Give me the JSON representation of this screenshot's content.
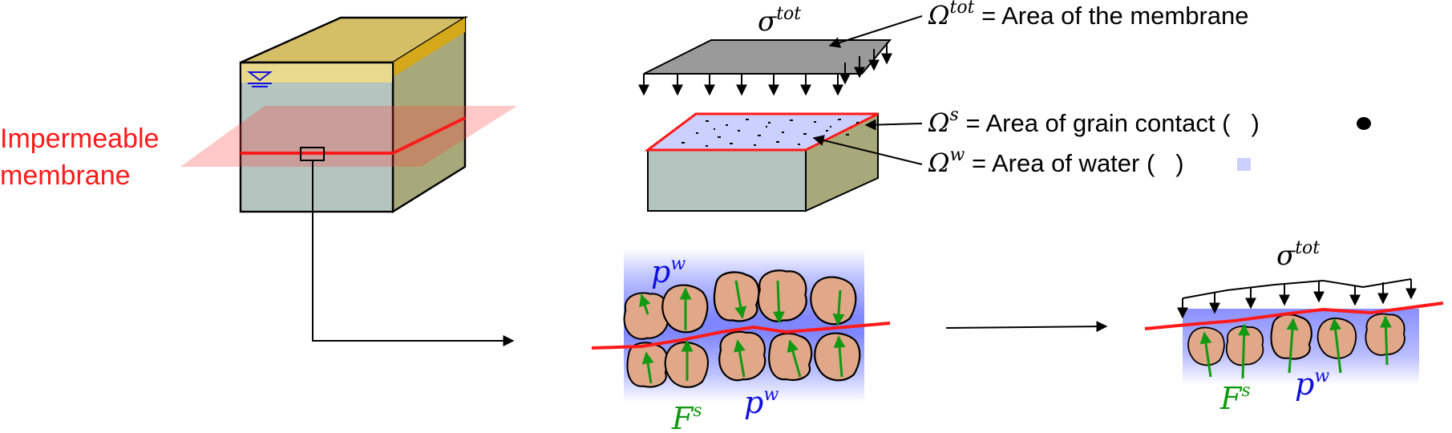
{
  "membrane_label": {
    "line1": "Impermeable",
    "line2": "membrane"
  },
  "legend": {
    "total": {
      "symbol": "Ω",
      "sup": "tot",
      "text": " = Area of the membrane"
    },
    "solid": {
      "symbol": "Ω",
      "sup": "s",
      "text": " = Area of grain contact (",
      "close": ")"
    },
    "water": {
      "symbol": "Ω",
      "sup": "w",
      "text": " = Area of water (",
      "close": ")"
    }
  },
  "symbols": {
    "total_stress": {
      "base": "σ",
      "sup": "tot"
    },
    "water_pressure": {
      "base": "p",
      "sup": "w"
    },
    "solid_force": {
      "base": "F",
      "sup": "s"
    }
  },
  "colors": {
    "membrane": "#ff1a1a",
    "water": "#1010dd",
    "force": "#119911",
    "grain": "#e0a789",
    "soil": "#b4c4bf",
    "top": "#d4be66",
    "side": "#a8a97b",
    "plate": "#9a9a9a",
    "water_area": "#ccd0ff"
  },
  "icons": {
    "water_table": "water-table-icon",
    "grain_contact": "grain-contact-icon",
    "water_swatch": "water-swatch-icon"
  }
}
